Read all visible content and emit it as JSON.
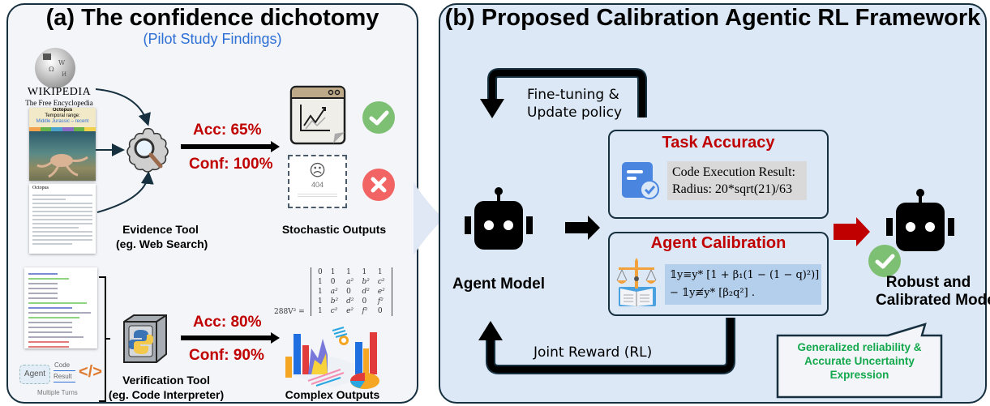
{
  "panel_a": {
    "title": "(a) The confidence dichotomy",
    "subtitle": "(Pilot Study Findings)",
    "wiki": {
      "wordmark": "WIKIPEDIA",
      "tagline": "The Free Encyclopedia",
      "card_title": "Octopus",
      "card_subtitle": "Temporal range:",
      "card_range": "Middle Jurassic – recent",
      "article_title": "Octopus"
    },
    "evidence_tool": {
      "label_line1": "Evidence Tool",
      "label_line2": "(eg. Web Search)",
      "acc": "Acc: 65%",
      "conf": "Conf: 100%",
      "outputs_label": "Stochastic Outputs",
      "error_code": "404"
    },
    "verification_tool": {
      "label_line1": "Verification Tool",
      "label_line2": "(eg. Code Interpreter)",
      "acc": "Acc: 80%",
      "conf": "Conf: 90%",
      "outputs_label": "Complex Outputs",
      "matrix_lhs": "288V² =",
      "matrix_rows": [
        [
          "0",
          "1",
          "1",
          "1",
          "1"
        ],
        [
          "1",
          "0",
          "a²",
          "b²",
          "c²"
        ],
        [
          "1",
          "a²",
          "0",
          "d²",
          "e²"
        ],
        [
          "1",
          "b²",
          "d²",
          "0",
          "f²"
        ],
        [
          "1",
          "c²",
          "e²",
          "f²",
          "0"
        ]
      ],
      "agent_box": "Agent",
      "code_label": "Code",
      "result_label": "Result",
      "turns_label": "Multiple Turns",
      "code_glyph": "</>"
    }
  },
  "panel_b": {
    "title": "(b) Proposed Calibration Agentic RL Framework",
    "top_loop_line1": "Fine-tuning &",
    "top_loop_line2": "Update policy",
    "bottom_loop": "Joint Reward (RL)",
    "agent_model": "Agent Model",
    "task_accuracy": {
      "title": "Task Accuracy",
      "result_line1": "Code Execution Result:",
      "result_line2": "Radius: 20*sqrt(21)/63"
    },
    "agent_calibration": {
      "title": "Agent Calibration",
      "formula_line1": "𝟙y≡y* [1 + β₁(1 − (1 − q)²)]",
      "formula_line2": "− 𝟙y≢y* [β₂q²] ."
    },
    "output_model_line1": "Robust and",
    "output_model_line2": "Calibrated Model",
    "callout": {
      "line1": "Generalized reliability &",
      "line2": "Accurate Uncertainty",
      "line3": "Expression"
    }
  },
  "colors": {
    "panel_a_bg": "#f3f5f9",
    "panel_b_bg": "#dce8f6",
    "border": "#17303f",
    "stat_red": "#c00000",
    "subtitle_blue": "#2e6fd6",
    "callout_green": "#13a84c",
    "check_green": "#7dbf73",
    "cross_red": "#f26464"
  }
}
